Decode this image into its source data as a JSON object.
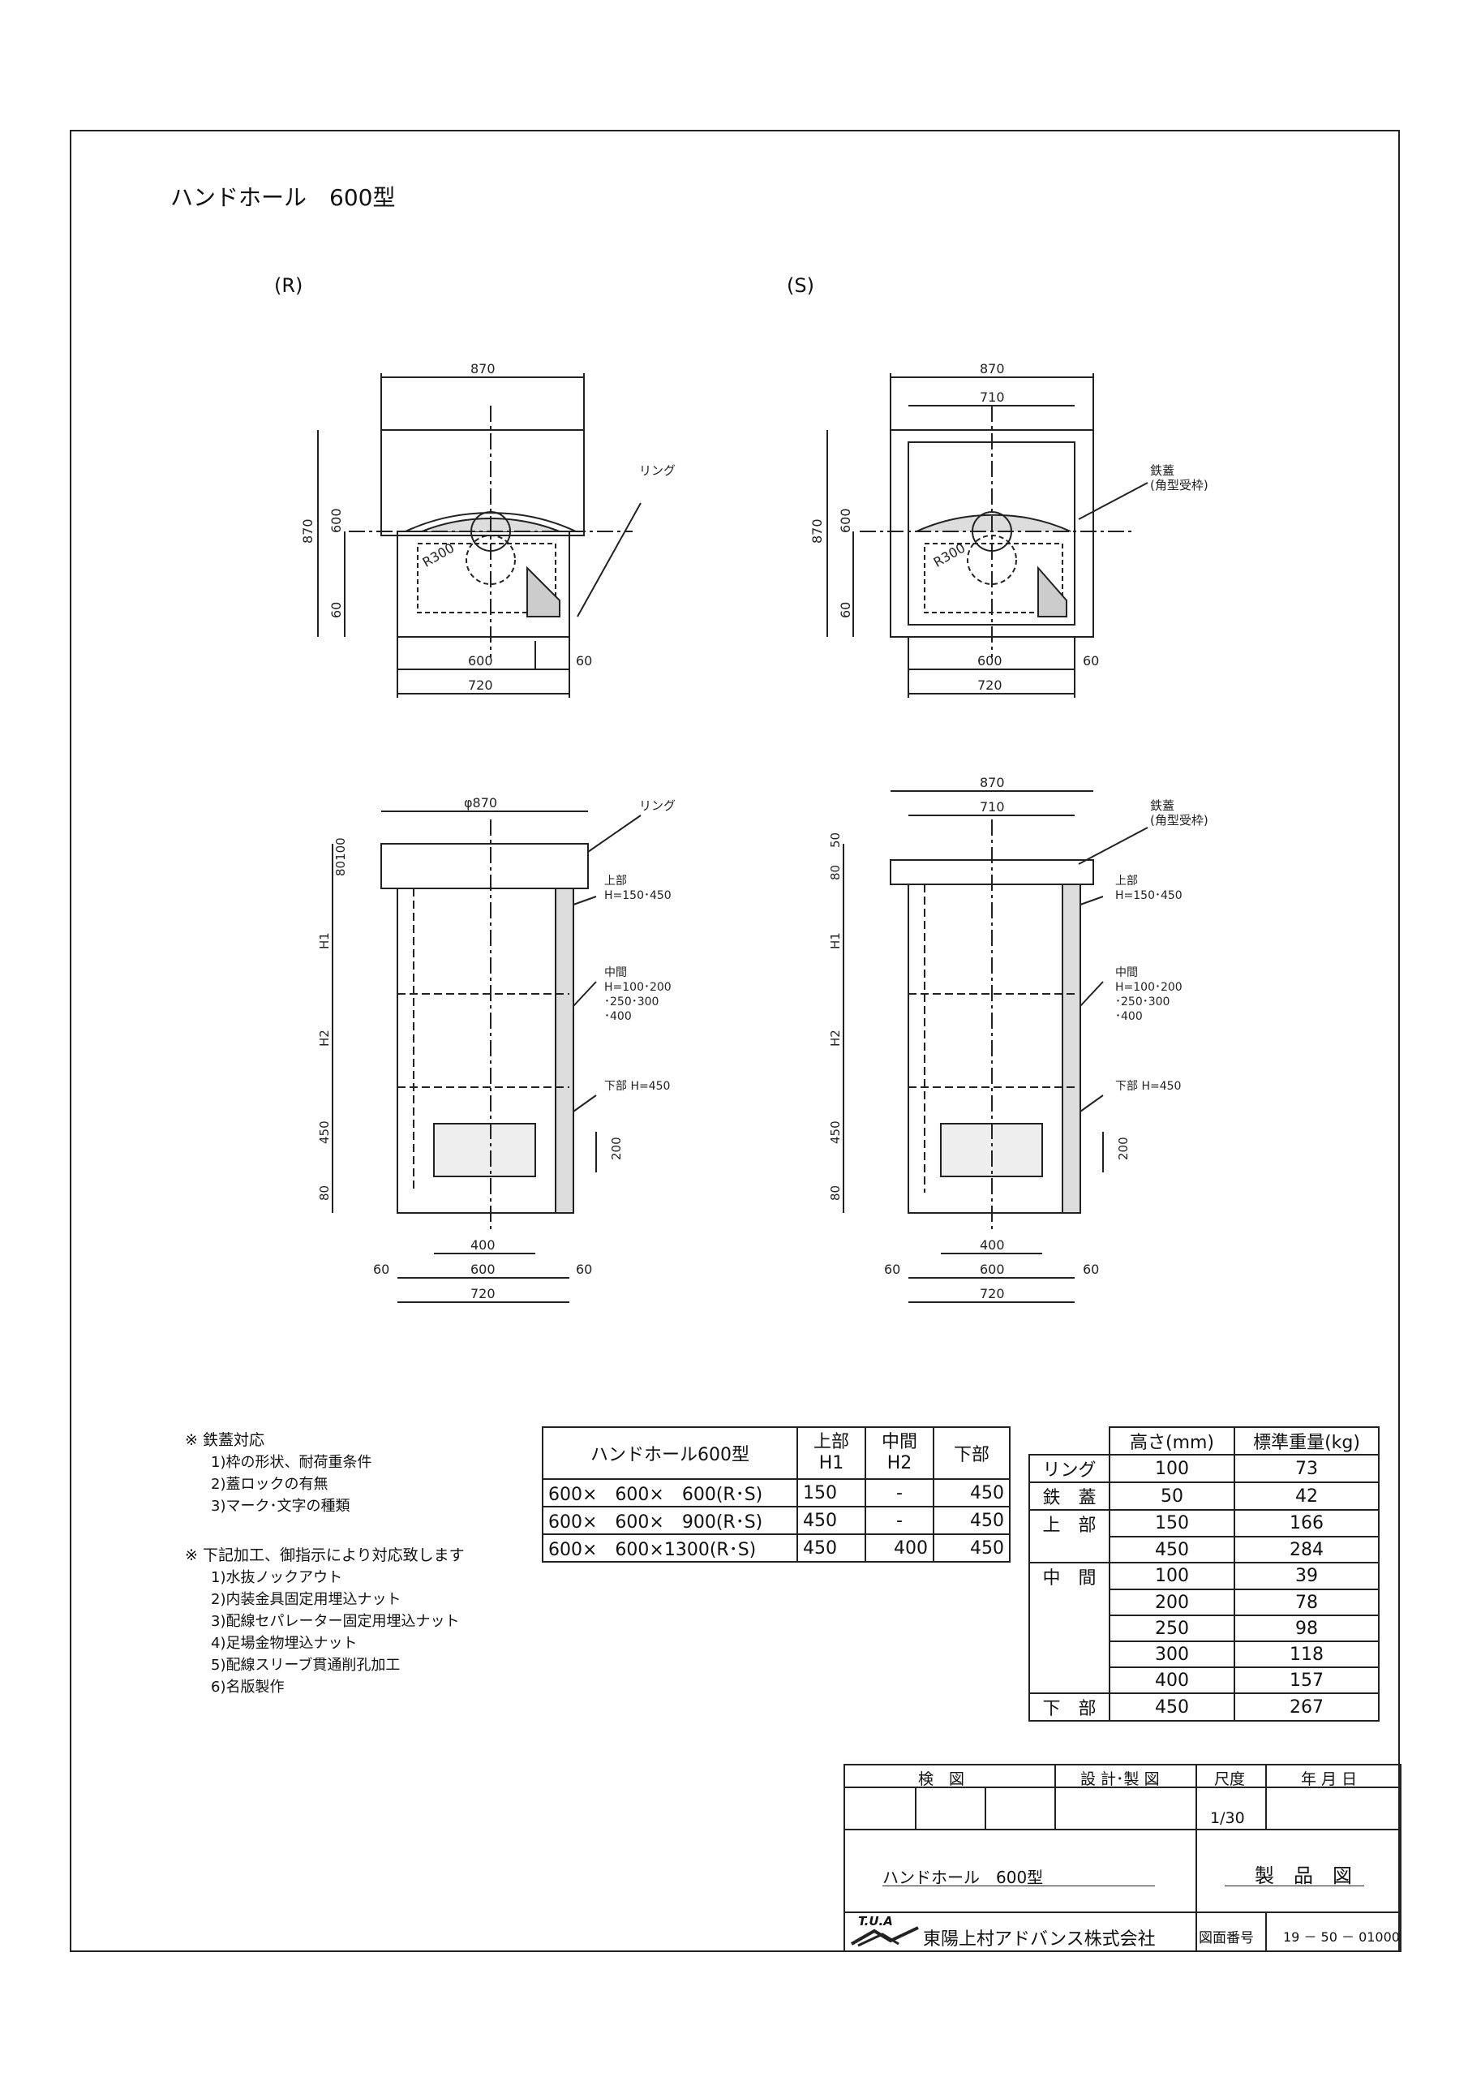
{
  "title": "ハンドホール　600型",
  "views": {
    "r_label": "(R)",
    "s_label": "(S)",
    "ring": "リング",
    "iron_lid": "鉄蓋",
    "square_frame": "(角型受枠)",
    "r300": "R300",
    "top_part": "上部",
    "top_h": "H=150･450",
    "mid_part": "中間",
    "mid_h1": "H=100･200",
    "mid_h2": "･250･300",
    "mid_h3": "･400",
    "bottom_part": "下部 H=450"
  },
  "dims": {
    "d870": "870",
    "d710": "710",
    "d600": "600",
    "d60": "60",
    "d720": "720",
    "phi870": "φ870",
    "d80100": "80100",
    "d5080": "50",
    "d80": "80",
    "H1": "H1",
    "H2": "H2",
    "d450": "450",
    "d200": "200",
    "d400": "400"
  },
  "notes1": {
    "title": "※ 鉄蓋対応",
    "items": [
      "1)枠の形状、耐荷重条件",
      "2)蓋ロックの有無",
      "3)マーク･文字の種類"
    ]
  },
  "notes2": {
    "title": "※ 下記加工、御指示により対応致します",
    "items": [
      "1)水抜ノックアウト",
      "2)内装金具固定用埋込ナット",
      "3)配線セパレーター固定用埋込ナット",
      "4)足場金物埋込ナット",
      "5)配線スリーブ貫通削孔加工",
      "6)名版製作"
    ]
  },
  "table_a": {
    "headers": [
      "ハンドホール600型",
      "上部\nH1",
      "中間\nH2",
      "下部"
    ],
    "h1a": "上部",
    "h1b": "H1",
    "h2a": "中間",
    "h2b": "H2",
    "rows": [
      [
        "600×　600×　600(R･S)",
        "150",
        "-",
        "450"
      ],
      [
        "600×　600×　900(R･S)",
        "450",
        "-",
        "450"
      ],
      [
        "600×　600×1300(R･S)",
        "450",
        "400",
        "450"
      ]
    ]
  },
  "table_b": {
    "headers": [
      "",
      "高さ(mm)",
      "標準重量(kg)"
    ],
    "rows": [
      [
        "リング",
        "100",
        "73"
      ],
      [
        "鉄　蓋",
        "50",
        "42"
      ],
      [
        "上　部",
        "150",
        "166"
      ],
      [
        "",
        "450",
        "284"
      ],
      [
        "中　間",
        "100",
        "39"
      ],
      [
        "",
        "200",
        "78"
      ],
      [
        "",
        "250",
        "98"
      ],
      [
        "",
        "300",
        "118"
      ],
      [
        "",
        "400",
        "157"
      ],
      [
        "下　部",
        "450",
        "267"
      ]
    ]
  },
  "title_block": {
    "check": "検　図",
    "design": "設 計･製 図",
    "scale_label": "尺度",
    "date_label": "年 月 日",
    "scale": "1/30",
    "product_name": "ハンドホール　600型",
    "doc_type": "製　品　図",
    "logo": "T.U.A",
    "company": "東陽上村アドバンス株式会社",
    "drawing_no_label": "図面番号",
    "drawing_no": "19 － 50 － 01000"
  }
}
